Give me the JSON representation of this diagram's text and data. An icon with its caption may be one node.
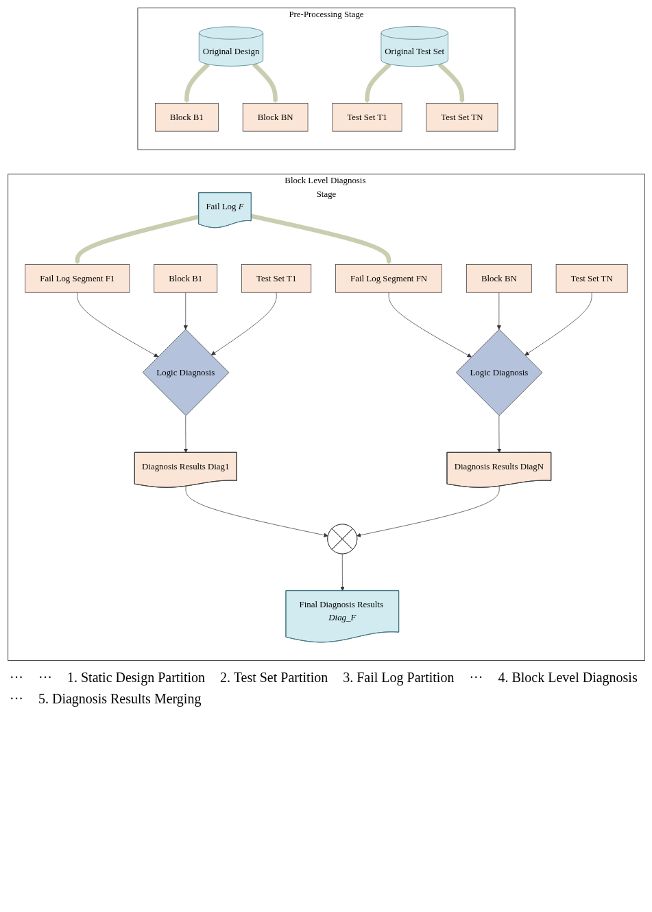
{
  "diagram": {
    "nodes": [
      {
        "text": [
          "Pre-Processing Stage"
        ]
      },
      {
        "text": [
          "Original Design"
        ],
        "in": 0
      },
      {
        "text": [
          "Original Test Set"
        ],
        "in": 0
      },
      {
        "text": [
          "Block B1"
        ],
        "in": 0
      },
      {
        "text": [
          "Block BN"
        ],
        "in": 0
      },
      {
        "text": [
          "Test Set T1"
        ],
        "in": 0
      },
      {
        "text": [
          "Test Set TN"
        ],
        "in": 0
      },
      {
        "text": [
          "Block Level Diagnosis Stage"
        ]
      },
      {
        "text": [
          "Fail Log *F*"
        ],
        "in": 7
      },
      {
        "text": [
          "Fail Log Segment F1"
        ],
        "in": 7
      },
      {
        "text": [
          "Fail Log Segment FN"
        ],
        "in": 7
      },
      {
        "text": [
          "Block B1"
        ],
        "in": 7
      },
      {
        "text": [
          "Test Set T1"
        ],
        "in": 7
      },
      {
        "text": [
          "Block BN"
        ],
        "in": 7
      },
      {
        "text": [
          "Test Set TN"
        ],
        "in": 7
      },
      {
        "text": [
          "Logic Diagnosis"
        ],
        "in": 7
      },
      {
        "text": [
          "Logic Diagnosis"
        ],
        "in": 7
      },
      {
        "text": [
          "Diagnosis Results Diag1"
        ],
        "in": 7
      },
      {
        "text": [
          "Diagnosis Results DiagN"
        ],
        "in": 7
      },
      {
        "text": [],
        "shape": "circle",
        "in": 7
      },
      {
        "text": [
          "Final Diagnosis Results *Diag_F*"
        ],
        "in": 7
      }
    ],
    "edges": [
      {
        "from": 1,
        "to": 3,
        "arrow": "to",
        "style": "thick",
        "color": "#c8ceb0"
      },
      {
        "from": 1,
        "to": 4,
        "arrow": "to",
        "style": "thick",
        "color": "#c8ceb0"
      },
      {
        "from": 2,
        "to": 5,
        "arrow": "to",
        "style": "thick",
        "color": "#c8ceb0"
      },
      {
        "from": 2,
        "to": 6,
        "arrow": "to",
        "style": "thick",
        "color": "#c8ceb0"
      },
      {
        "from": 8,
        "to": 9,
        "arrow": "to",
        "style": "thick",
        "color": "#c8ceb0"
      },
      {
        "from": 8,
        "to": 10,
        "arrow": "to",
        "style": "thick",
        "color": "#c8ceb0"
      },
      {
        "from": 9,
        "to": 15,
        "arrow": "to"
      },
      {
        "from": 11,
        "to": 15,
        "arrow": "to"
      },
      {
        "from": 12,
        "to": 15,
        "arrow": "to"
      },
      {
        "from": 10,
        "to": 16,
        "arrow": "to"
      },
      {
        "from": 13,
        "to": 16,
        "arrow": "to"
      },
      {
        "from": 14,
        "to": 16,
        "arrow": "to"
      },
      {
        "from": 15,
        "to": 17,
        "arrow": "to"
      },
      {
        "from": 16,
        "to": 18,
        "arrow": "to"
      },
      {
        "from": 17,
        "to": 19,
        "arrow": "to"
      },
      {
        "from": 18,
        "to": 19,
        "arrow": "to"
      },
      {
        "from": 19,
        "to": 20,
        "arrow": "to"
      }
    ],
    "labels": [
      "···",
      "···",
      "1. Static Design Partition",
      "2. Test Set Partition",
      "3. Fail Log Partition",
      "···",
      "4. Block Level Diagnosis",
      "···",
      "5. Diagnosis Results Merging"
    ]
  }
}
